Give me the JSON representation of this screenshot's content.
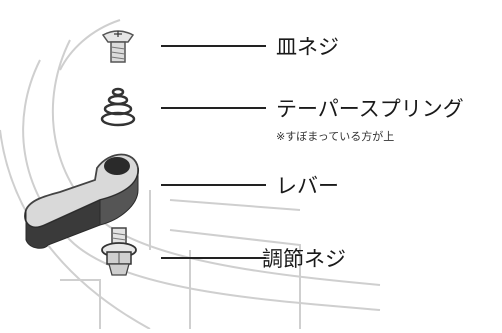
{
  "labels": {
    "flat_screw": "皿ネジ",
    "taper_spring": "テーパースプリング",
    "spring_note": "※すぼまっている方が上",
    "lever": "レバー",
    "adjust_screw": "調節ネジ"
  },
  "colors": {
    "line": "#222222",
    "outline": "#c8c8c8",
    "lever_dark": "#3a3a3a",
    "lever_light": "#d9d9d9"
  }
}
